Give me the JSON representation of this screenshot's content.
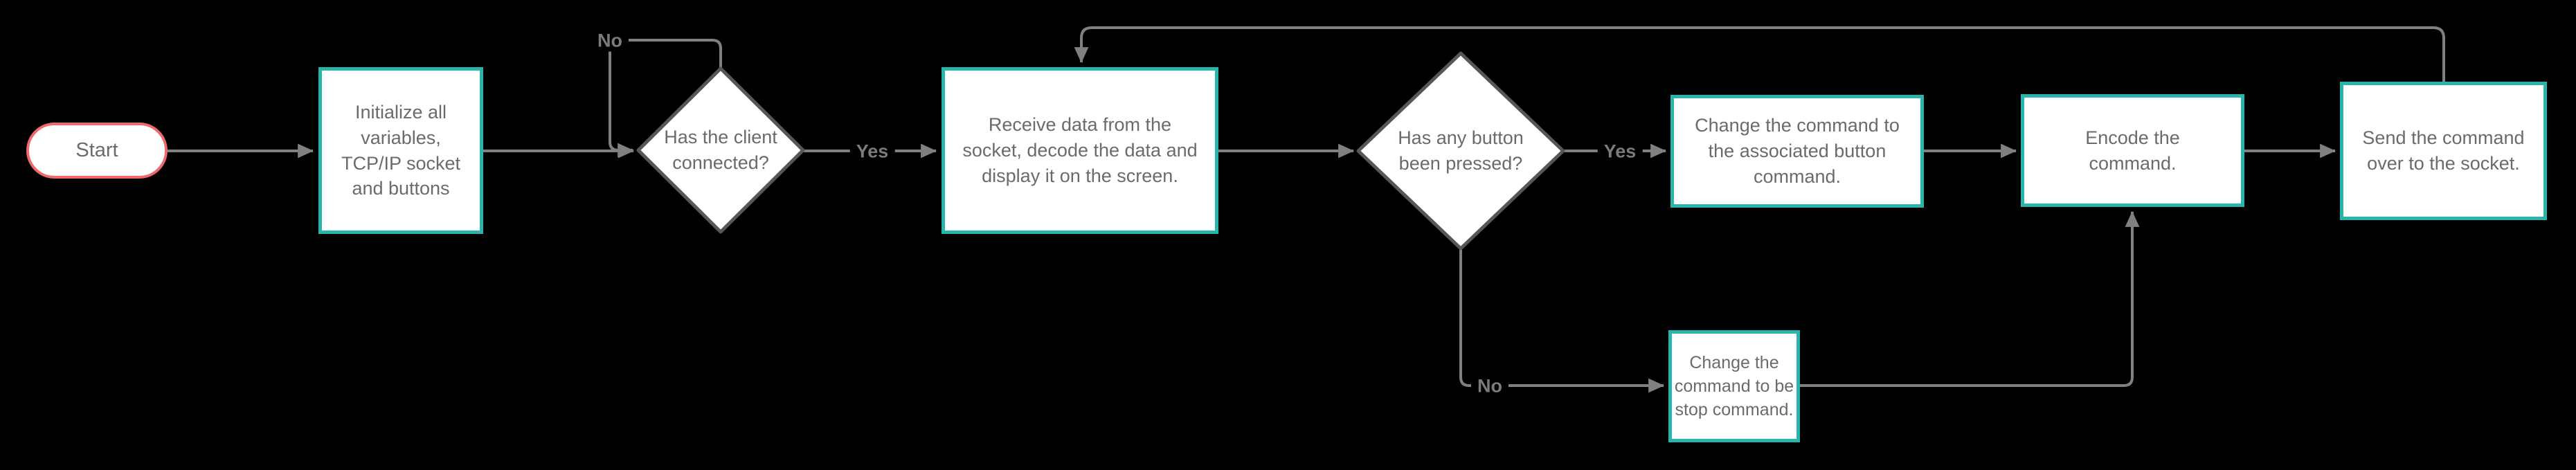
{
  "colors": {
    "background": "#000000",
    "connector": "#808080",
    "process_border": "#29b4ac",
    "decision_border": "#575757",
    "terminator_border": "#ef6a6a",
    "node_fill": "#ffffff",
    "node_text": "#6b6b6b",
    "edge_label_text": "#7b7b7b"
  },
  "nodes": {
    "start": {
      "label": "Start",
      "type": "terminator"
    },
    "init": {
      "label": "Initialize all\nvariables,\nTCP/IP socket\nand buttons",
      "type": "process"
    },
    "client_connected": {
      "label": "Has the client\nconnected?",
      "type": "decision"
    },
    "receive": {
      "label": "Receive data from the\nsocket, decode the data and\ndisplay it on the screen.",
      "type": "process"
    },
    "button_pressed": {
      "label": "Has any button\nbeen pressed?",
      "type": "decision"
    },
    "change_button_cmd": {
      "label": "Change the command to\nthe associated button\ncommand.",
      "type": "process"
    },
    "encode": {
      "label": "Encode the\ncommand.",
      "type": "process"
    },
    "send": {
      "label": "Send the command\nover to the socket.",
      "type": "process"
    },
    "change_stop_cmd": {
      "label": "Change the\ncommand to be\nstop command.",
      "type": "process"
    }
  },
  "edge_labels": {
    "client_connected_no": "No",
    "client_connected_yes": "Yes",
    "button_pressed_yes": "Yes",
    "button_pressed_no": "No"
  }
}
